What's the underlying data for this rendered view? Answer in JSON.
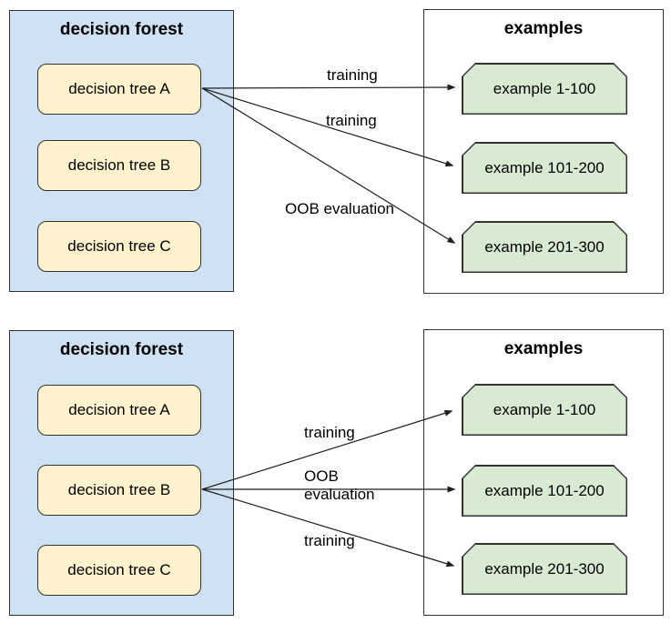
{
  "colors": {
    "forest_fill": "#cfe2f3",
    "tree_fill": "#fff2cc",
    "example_fill": "#d9ead3",
    "examples_fill": "#ffffff",
    "border": "#333333",
    "arrow": "#1f1f1f",
    "text": "#000000"
  },
  "panels": [
    {
      "forest": {
        "title": "decision forest",
        "trees": [
          "decision tree A",
          "decision tree B",
          "decision tree C"
        ]
      },
      "examples": {
        "title": "examples",
        "items": [
          "example 1-100",
          "example 101-200",
          "example 201-300"
        ]
      },
      "arrows": [
        {
          "from": "decision tree A",
          "to": "example 1-100",
          "label": "training"
        },
        {
          "from": "decision tree A",
          "to": "example 101-200",
          "label": "training"
        },
        {
          "from": "decision tree A",
          "to": "example 201-300",
          "label": "OOB evaluation"
        }
      ]
    },
    {
      "forest": {
        "title": "decision forest",
        "trees": [
          "decision tree A",
          "decision tree B",
          "decision tree C"
        ]
      },
      "examples": {
        "title": "examples",
        "items": [
          "example 1-100",
          "example 101-200",
          "example 201-300"
        ]
      },
      "arrows": [
        {
          "from": "decision tree B",
          "to": "example 1-100",
          "label": "training"
        },
        {
          "from": "decision tree B",
          "to": "example 101-200",
          "label": "OOB evaluation"
        },
        {
          "from": "decision tree B",
          "to": "example 201-300",
          "label": "training"
        }
      ]
    }
  ]
}
